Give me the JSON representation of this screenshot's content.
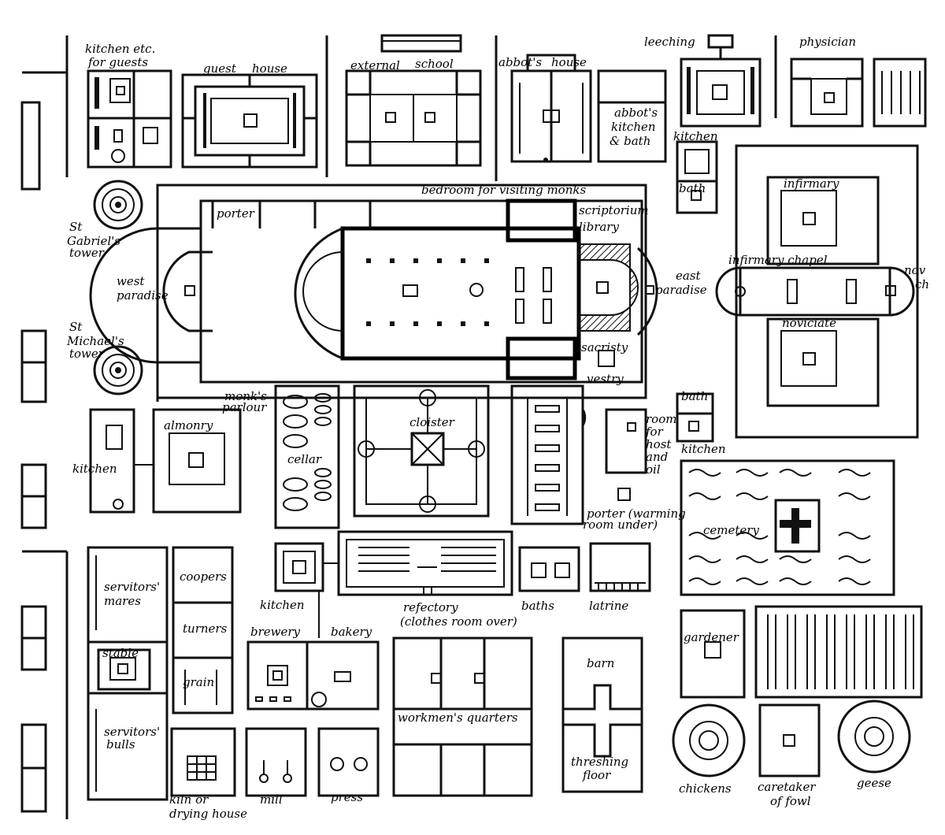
{
  "labels": {
    "kitchen_guests_1": "kitchen etc.",
    "kitchen_guests_2": "for guests",
    "guest": "guest",
    "house": "house",
    "external": "external",
    "school": "school",
    "abbots": "abbot's",
    "abbots_house": "house",
    "leeching": "leeching",
    "physician": "physician",
    "abbots_kitchen_1": "abbot's",
    "abbots_kitchen_2": "kitchen",
    "abbots_kitchen_3": "& bath",
    "kitchen_ne": "kitchen",
    "bath_ne": "bath",
    "infirmary": "infirmary",
    "bedroom": "bedroom for visiting monks",
    "porter": "porter",
    "scriptorium": "scriptorium",
    "library": "library",
    "st_gabriel_1": "St",
    "st_gabriel_2": "Gabriel's",
    "st_gabriel_3": "tower",
    "west_paradise_1": "west",
    "west_paradise_2": "paradise",
    "east_paradise_1": "east",
    "east_paradise_2": "paradise",
    "infirmary_chapel": "infirmary chapel",
    "nov_ch_1": "nov",
    "nov_ch_2": "ch",
    "st_michael_1": "St",
    "st_michael_2": "Michael's",
    "st_michael_3": "tower",
    "sacristy": "sacristy",
    "vestry": "vestry",
    "noviciate": "noviciate",
    "monks_parlour_1": "monk's",
    "monks_parlour_2": "parlour",
    "almonry": "almonry",
    "cloister": "cloister",
    "bath_e": "bath",
    "kitchen_e": "kitchen",
    "room_host_1": "room",
    "room_host_2": "for",
    "room_host_3": "host",
    "room_host_4": "and",
    "room_host_5": "oil",
    "kitchen_w": "kitchen",
    "cellar": "cellar",
    "porter_warming_1": "porter (warming",
    "porter_warming_2": "room under)",
    "cemetery": "cemetery",
    "servitors_mares_1": "servitors'",
    "servitors_mares_2": "mares",
    "coopers": "coopers",
    "kitchen_s": "kitchen",
    "refectory_1": "refectory",
    "refectory_2": "(clothes room over)",
    "baths": "baths",
    "latrine": "latrine",
    "turners": "turners",
    "brewery": "brewery",
    "bakery": "bakery",
    "gardener": "gardener",
    "stable": "stable",
    "barn": "barn",
    "grain": "grain",
    "workmens_quarters": "workmen's quarters",
    "servitors_bulls_1": "servitors'",
    "servitors_bulls_2": "bulls",
    "threshing_1": "threshing",
    "threshing_2": "floor",
    "chickens": "chickens",
    "caretaker_1": "caretaker",
    "caretaker_2": "of fowl",
    "geese": "geese",
    "kiln_1": "kiln or",
    "kiln_2": "drying house",
    "mill": "mill",
    "press": "press"
  }
}
